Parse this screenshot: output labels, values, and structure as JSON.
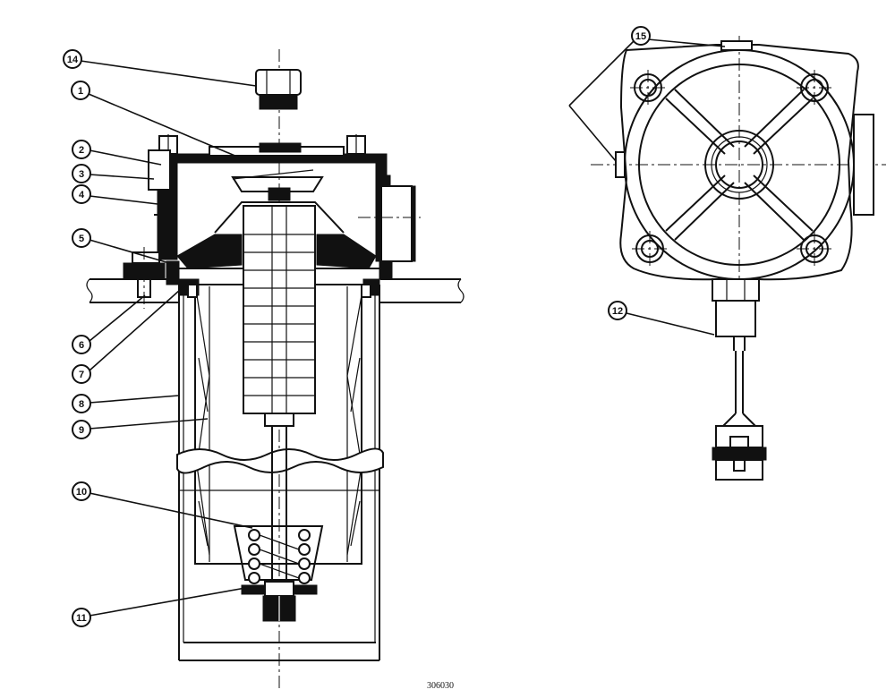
{
  "callouts": [
    "14",
    "1",
    "2",
    "3",
    "4",
    "5",
    "6",
    "7",
    "8",
    "9",
    "10",
    "11",
    "15",
    "12"
  ],
  "figure_number": "306030"
}
